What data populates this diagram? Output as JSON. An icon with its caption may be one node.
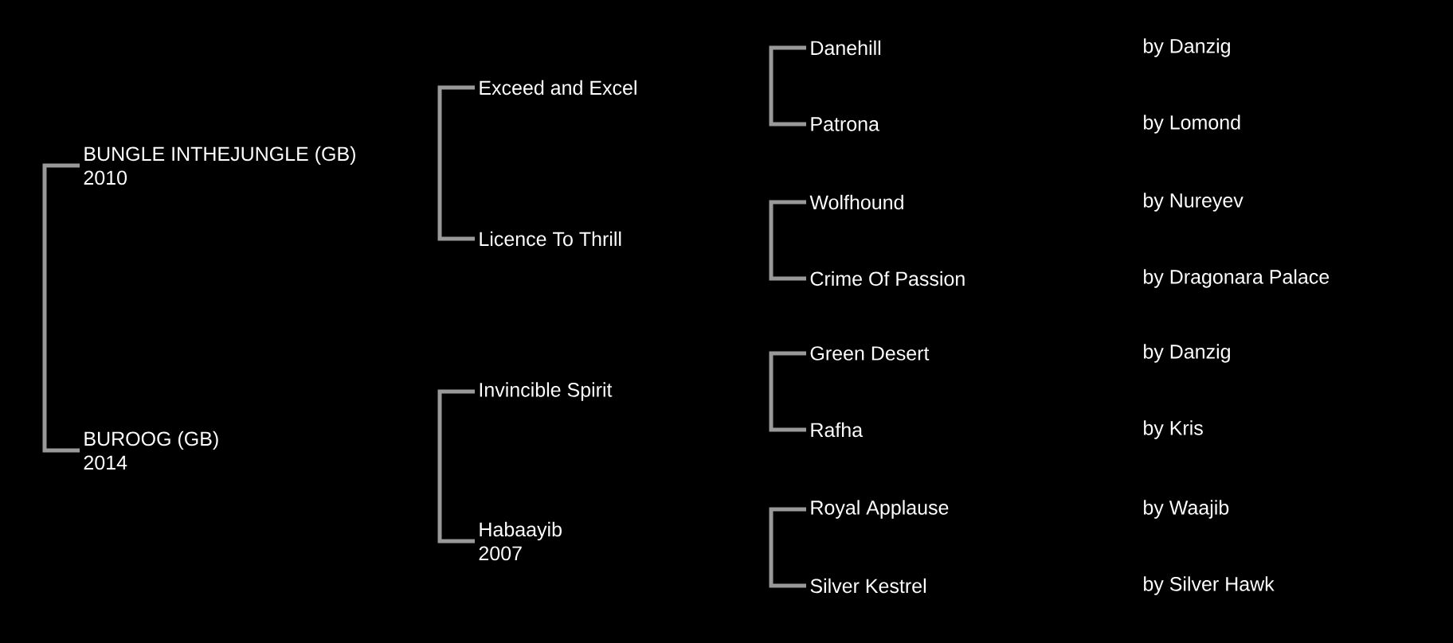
{
  "diagram": {
    "nodes": [
      {
        "text": [
          "BUNGLE INTHEJUNGLE (GB)",
          "2010"
        ]
      },
      {
        "text": [
          "BUROOG (GB)",
          "2014"
        ]
      },
      {
        "text": [
          "Exceed and Excel"
        ]
      },
      {
        "text": [
          "Licence To Thrill"
        ]
      },
      {
        "text": [
          "Invincible Spirit"
        ]
      },
      {
        "text": [
          "Habaayib",
          "2007"
        ]
      },
      {
        "text": [
          "Danehill"
        ]
      },
      {
        "text": [
          "Patrona"
        ]
      },
      {
        "text": [
          "Wolfhound"
        ]
      },
      {
        "text": [
          "Crime Of Passion"
        ]
      },
      {
        "text": [
          "Green Desert"
        ]
      },
      {
        "text": [
          "Rafha"
        ]
      },
      {
        "text": [
          "Royal Applause"
        ]
      },
      {
        "text": [
          "Silver Kestrel"
        ]
      }
    ],
    "edges": [
      {
        "from": 0,
        "to": 1,
        "arrow": "none"
      },
      {
        "from": 2,
        "to": 3,
        "arrow": "none"
      },
      {
        "from": 4,
        "to": 5,
        "arrow": "none"
      },
      {
        "from": 6,
        "to": 7,
        "arrow": "none"
      },
      {
        "from": 8,
        "to": 9,
        "arrow": "none"
      },
      {
        "from": 10,
        "to": 11,
        "arrow": "none"
      },
      {
        "from": 12,
        "to": 13,
        "arrow": "none"
      }
    ],
    "labels": [
      "by Danzig",
      "by Lomond",
      "by Nureyev",
      "by Dragonara Palace",
      "by Danzig",
      "by Kris",
      "by Waajib",
      "by Silver Hawk"
    ]
  }
}
